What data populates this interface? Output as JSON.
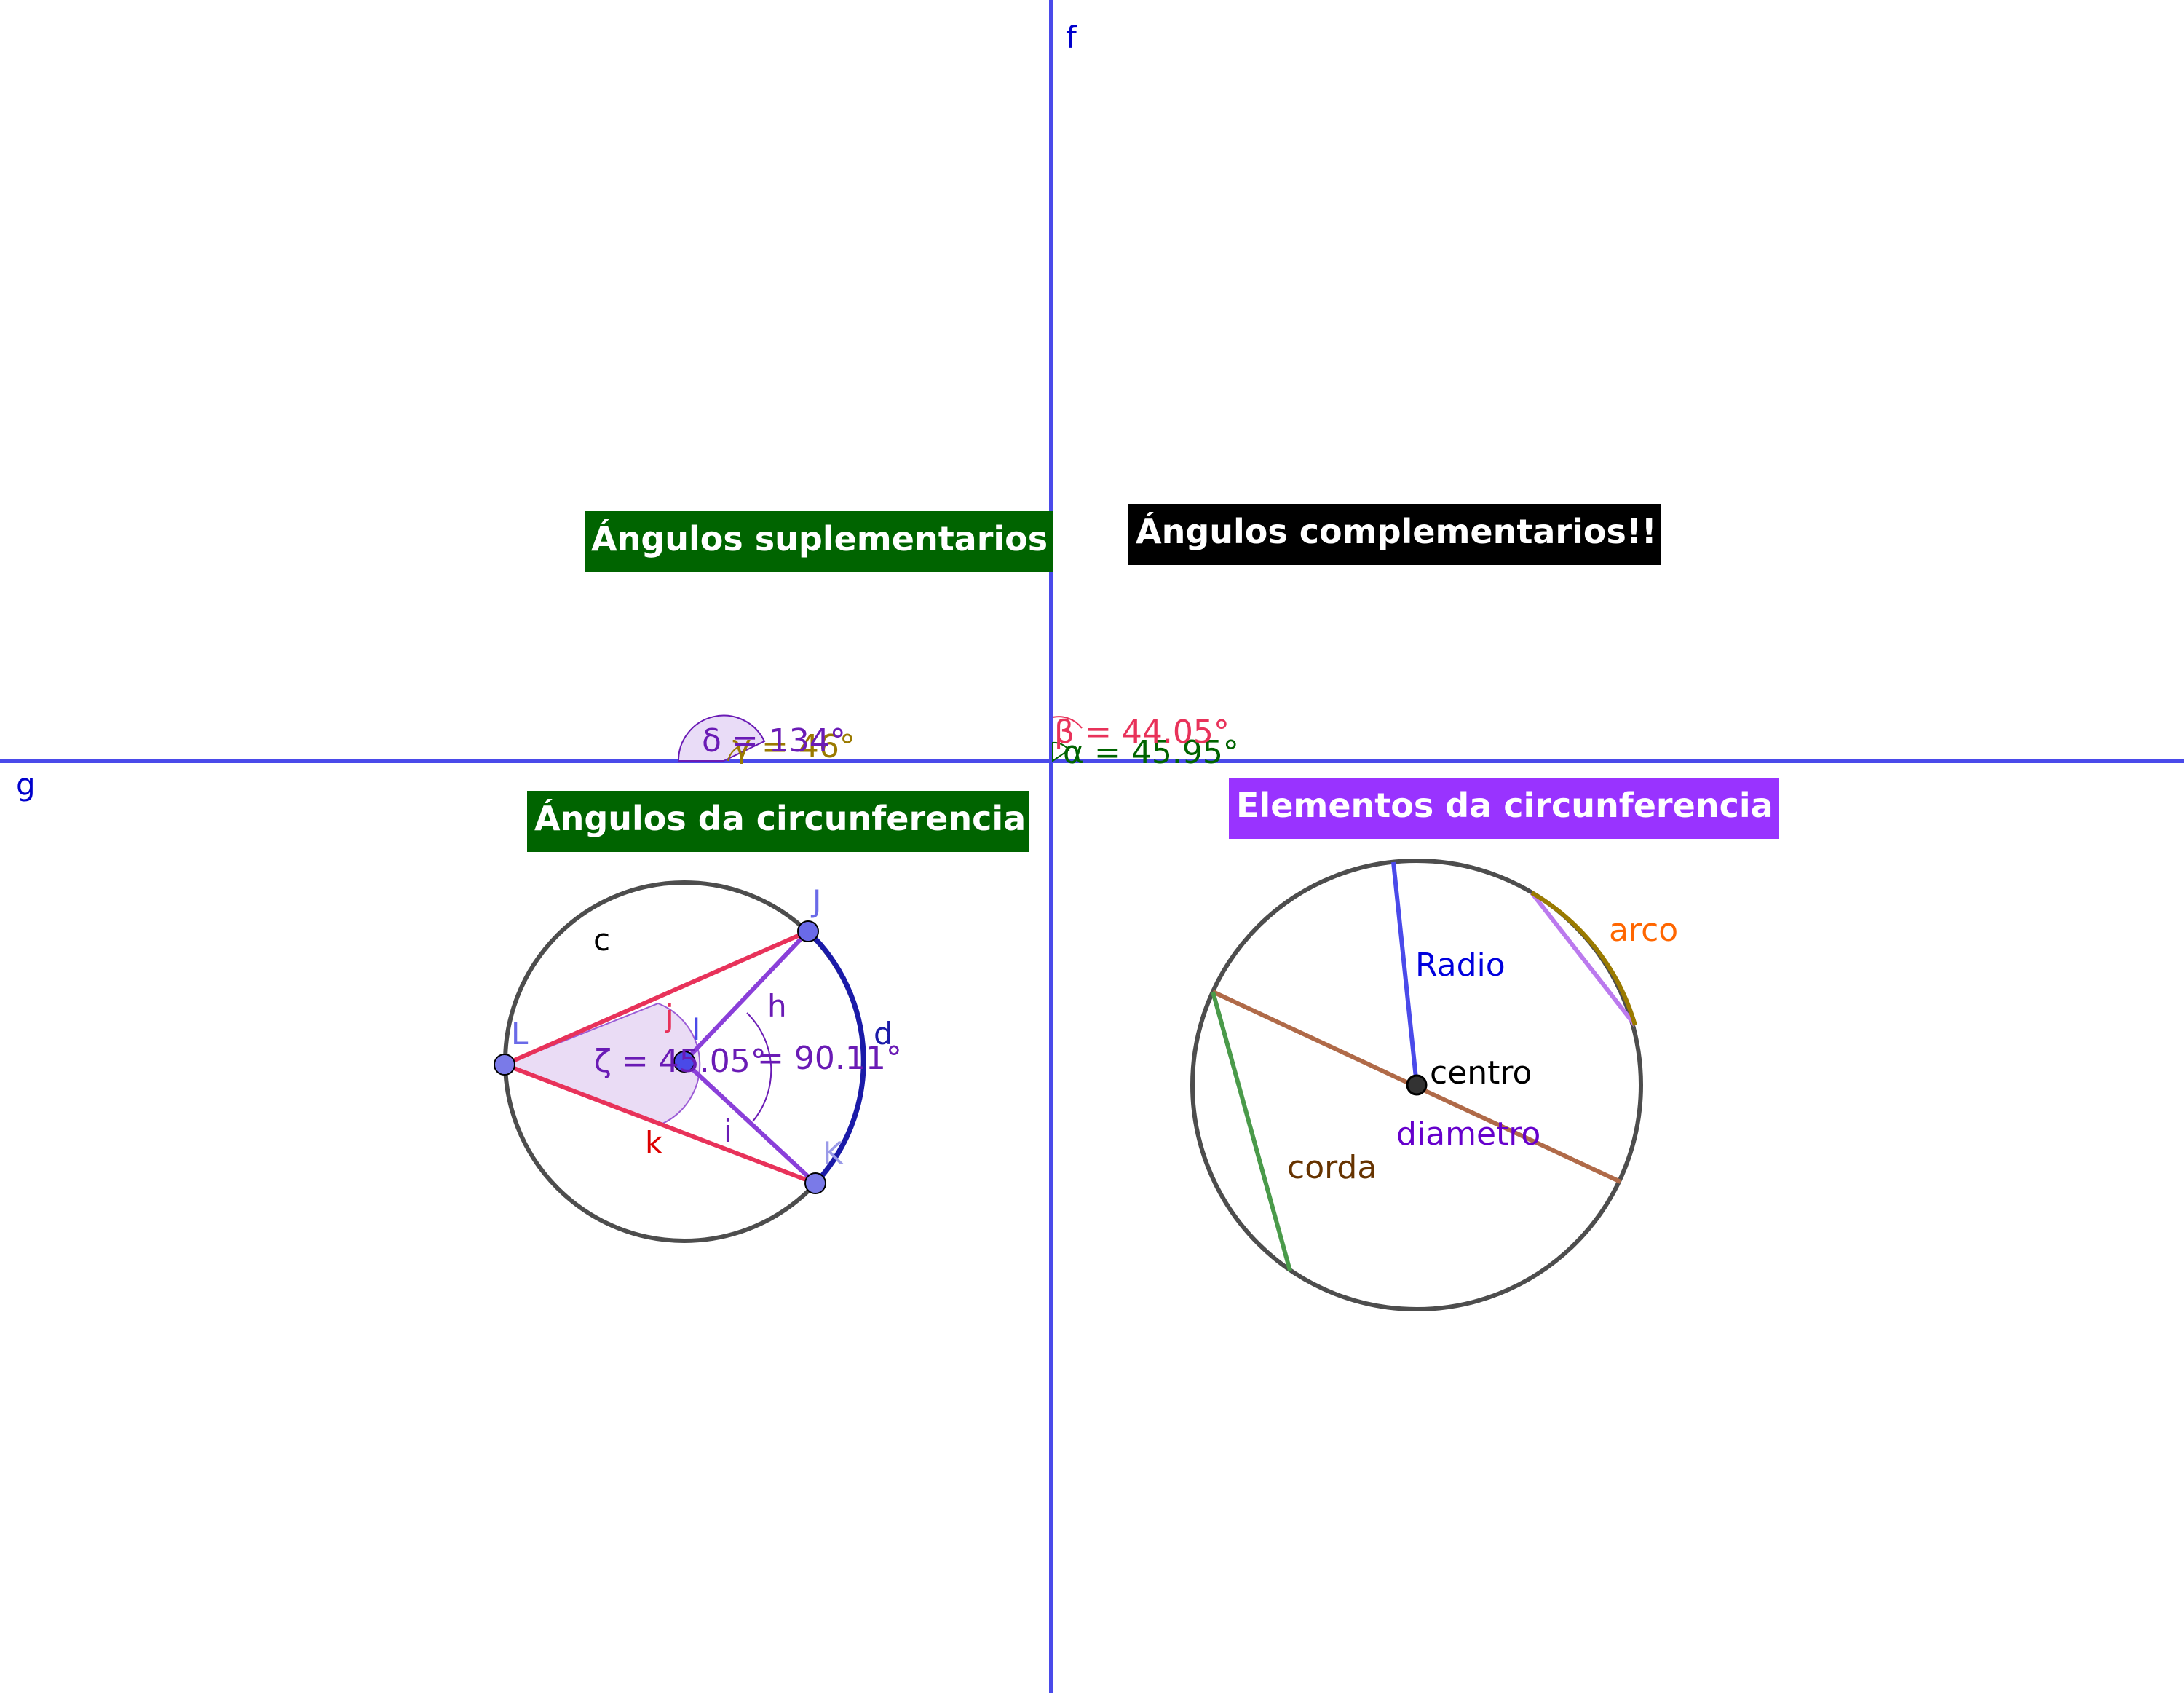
{
  "axes": {
    "vertical_label": "f",
    "horizontal_label": "g",
    "color": "#4a4aea"
  },
  "titles": {
    "suplementarios": "Ángulos suplementarios",
    "complementarios": "Ángulos complementarios!!",
    "angulos_circ": "Ángulos da circunferencia",
    "elementos_circ": "Elementos da circunferencia"
  },
  "title_colors": {
    "suplementarios": "#006400",
    "complementarios": "#000000",
    "angulos_circ": "#006400",
    "elementos_circ": "#9933ff"
  },
  "angles": {
    "delta": "δ = 134°",
    "gamma": "γ = 46°",
    "beta": "β = 44.05°",
    "alpha": "α = 45.95°"
  },
  "angle_colors": {
    "delta": "#6a1bb5",
    "gamma": "#9a7a00",
    "beta": "#e8325a",
    "alpha": "#006400"
  },
  "circle_angles": {
    "circle_label": "c",
    "arc_label": "d",
    "points": {
      "J": "J",
      "K": "K",
      "L": "L",
      "I": "I"
    },
    "segments": {
      "h": "h",
      "i": "i",
      "j": "j",
      "k": "k"
    },
    "zeta": "ζ = 45.05°",
    "central": "= 90.11°"
  },
  "circle_elements": {
    "radio": "Radio",
    "arco": "arco",
    "centro": "centro",
    "diametro": "diametro",
    "corda": "corda"
  },
  "element_colors": {
    "radio": "#0000dd",
    "arco": "#ff6600",
    "centro": "#000000",
    "diametro": "#6600cc",
    "corda": "#663300"
  }
}
